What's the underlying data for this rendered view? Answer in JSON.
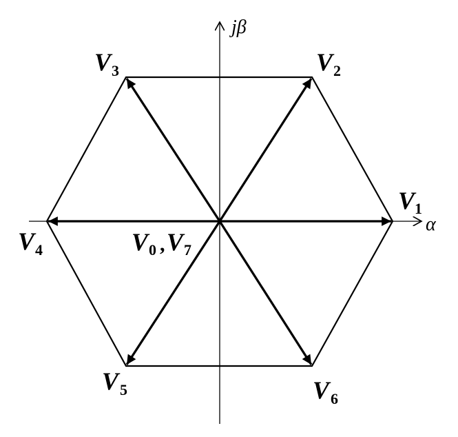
{
  "axes": {
    "beta_label": "jβ",
    "alpha_label": "α"
  },
  "vectors": [
    {
      "id": "V1",
      "base": "V",
      "sub": "1"
    },
    {
      "id": "V2",
      "base": "V",
      "sub": "2"
    },
    {
      "id": "V3",
      "base": "V",
      "sub": "3"
    },
    {
      "id": "V4",
      "base": "V",
      "sub": "4"
    },
    {
      "id": "V5",
      "base": "V",
      "sub": "5"
    },
    {
      "id": "V6",
      "base": "V",
      "sub": "6"
    }
  ],
  "zero_vectors": {
    "first_base": "V",
    "first_sub": "0",
    "separator": ",",
    "second_base": "V",
    "second_sub": "7"
  }
}
